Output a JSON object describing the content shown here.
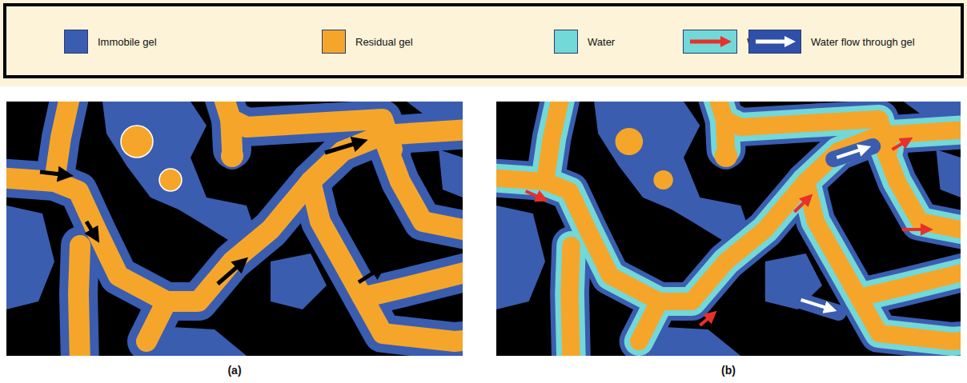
{
  "diagram": {
    "labels": [
      "(a)",
      "(b)"
    ],
    "legend": [
      {
        "text": "Immobile gel",
        "color": "#3a5db0"
      },
      {
        "text": "Residual gel",
        "color": "#f5a62a"
      },
      {
        "text": "Water",
        "color": "#72d8d8"
      },
      {
        "text": "Water flow"
      },
      {
        "text": "Water flow through gel"
      }
    ]
  }
}
